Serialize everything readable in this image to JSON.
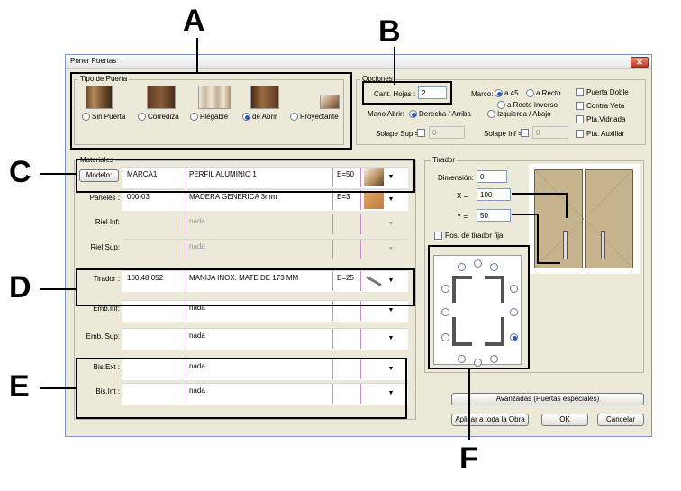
{
  "window": {
    "title": "Poner Puertas",
    "close": "✕"
  },
  "tipo": {
    "label": "Tipo de Puerta",
    "options": [
      "Sin Puerta",
      "Corrediza",
      "Plegable",
      "de Abrir",
      "Proyectante"
    ]
  },
  "opciones": {
    "label": "Opciones",
    "cant_hojas_label": "Cant. Hojas :",
    "cant_hojas": "2",
    "marco_label": "Marco:",
    "marco_opts": [
      "a 45",
      "a Recto",
      "a Recto Inverso",
      "Izquierda / Abajo"
    ],
    "mano_label": "Mano Abrir:",
    "mano_value": "Derecha / Arriba",
    "solape_sup_label": "Solape Sup =",
    "solape_sup": "0",
    "solape_inf_label": "Solape Inf =",
    "solape_inf": "0",
    "checks": [
      "Puerta Doble",
      "Contra Veta",
      "Pta.Vidriada",
      "Pta. Auxiliar"
    ]
  },
  "materiales": {
    "label": "Materiales",
    "modelo_btn": "Modelo:",
    "rows": [
      {
        "label": "",
        "code": "MARCA1",
        "desc": "PERFIL ALUMINIO 1",
        "e": "E=50"
      },
      {
        "label": "Paneles :",
        "code": "000-03",
        "desc": "MADERA GENERICA 3mm",
        "e": "E=3"
      },
      {
        "label": "Riel Inf:",
        "code": "",
        "desc": "nada",
        "e": ""
      },
      {
        "label": "Riel Sup:",
        "code": "",
        "desc": "nada",
        "e": ""
      },
      {
        "label": "Tirador :",
        "code": "100.48.052",
        "desc": "MANIJA INOX. MATE DE 173 MM",
        "e": "E=25"
      },
      {
        "label": "Emb.Inf:",
        "code": "",
        "desc": "nada",
        "e": ""
      },
      {
        "label": "Emb. Sup:",
        "code": "",
        "desc": "nada",
        "e": ""
      },
      {
        "label": "Bis.Ext :",
        "code": "",
        "desc": "nada",
        "e": ""
      },
      {
        "label": "Bis.Int :",
        "code": "",
        "desc": "nada",
        "e": ""
      }
    ]
  },
  "tirador": {
    "label": "Tirador",
    "dim_label": "Dimensión:",
    "dim": "0",
    "x_label": "X =",
    "x": "100",
    "y_label": "Y =",
    "y": "50",
    "pos_label": "Pos. de tirador fija"
  },
  "buttons": {
    "avanzadas": "Avanzadas (Puertas especiales)",
    "aplicar": "Aplicar a toda la Obra",
    "ok": "OK",
    "cancel": "Cancelar"
  },
  "annotations": [
    "A",
    "B",
    "C",
    "D",
    "E",
    "F"
  ],
  "glyphs": {
    "dropdown": "▼"
  }
}
